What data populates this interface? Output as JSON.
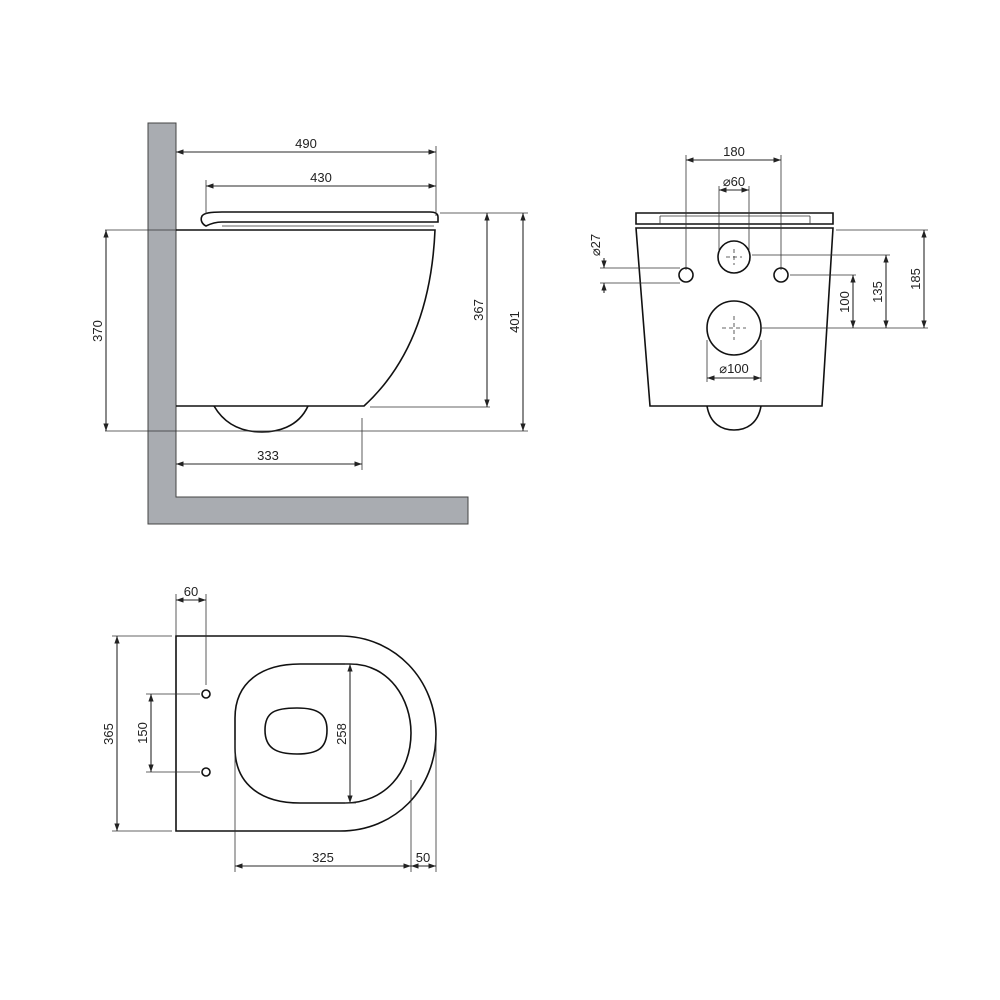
{
  "colors": {
    "wall": "#a9acb1",
    "line": "#111111",
    "background": "#ffffff"
  },
  "side_view": {
    "dim_490": "490",
    "dim_430": "430",
    "dim_370": "370",
    "dim_367": "367",
    "dim_401": "401",
    "dim_333": "333"
  },
  "front_view": {
    "dim_180": "180",
    "dim_60": "60",
    "dim_27": "27",
    "dim_100_hole": "100",
    "dim_100": "100",
    "dim_135": "135",
    "dim_185": "185",
    "diameter_symbol": "⌀"
  },
  "top_view": {
    "dim_60": "60",
    "dim_365": "365",
    "dim_150": "150",
    "dim_258": "258",
    "dim_325": "325",
    "dim_50": "50"
  }
}
